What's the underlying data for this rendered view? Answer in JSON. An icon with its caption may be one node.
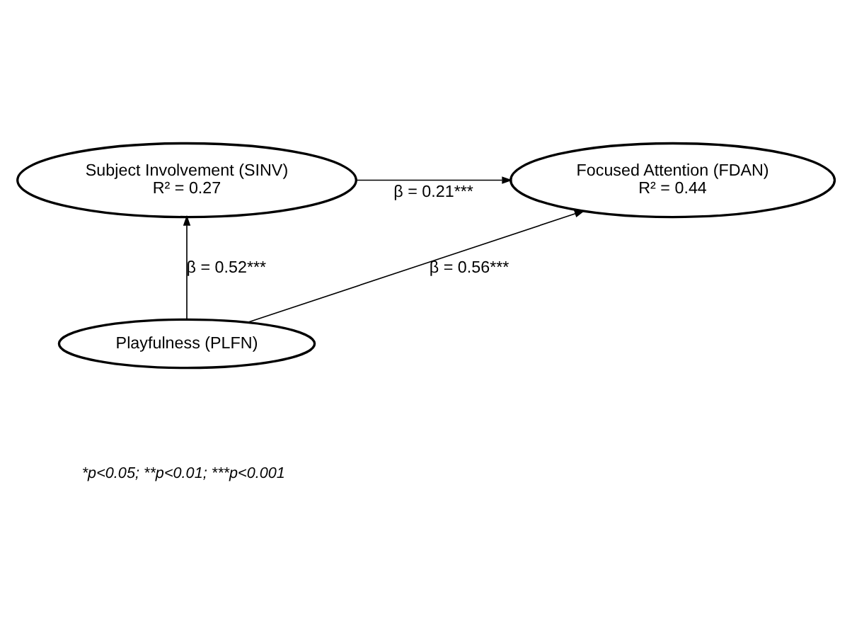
{
  "diagram": {
    "nodes": [
      {
        "text": [
          "Subject Involvement (SINV)",
          "R² = 0.27"
        ]
      },
      {
        "text": [
          "Focused Attention (FDAN)",
          "R² = 0.44"
        ]
      },
      {
        "text": [
          "Playfulness (PLFN)"
        ]
      }
    ],
    "edges": [
      {
        "from": 0,
        "to": 1,
        "arrow": "to",
        "label": "β = 0.21***"
      },
      {
        "from": 2,
        "to": 0,
        "arrow": "to",
        "label": "β = 0.52***"
      },
      {
        "from": 2,
        "to": 1,
        "arrow": "to",
        "label": "β = 0.56***"
      }
    ],
    "labels": [
      "*p<0.05; **p<0.01; ***p<0.001"
    ]
  }
}
